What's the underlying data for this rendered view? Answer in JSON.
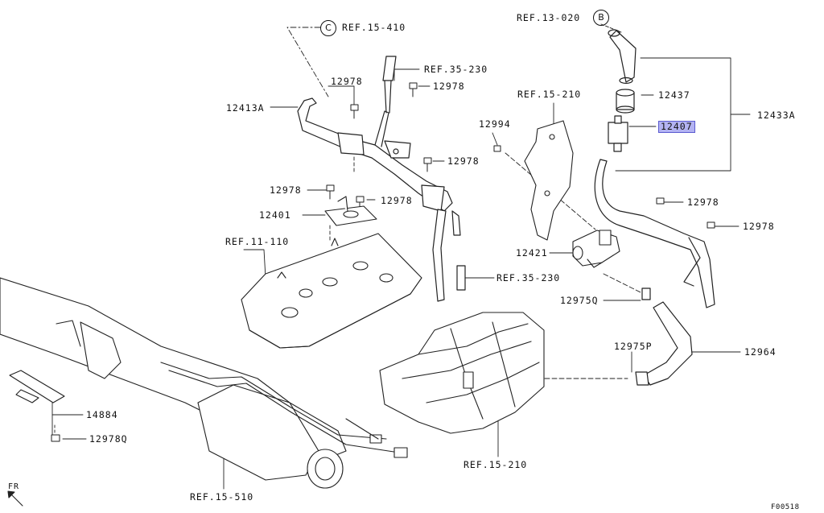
{
  "callouts": {
    "ref_13_020": "REF.13-020",
    "circle_b": "B",
    "circle_c": "C",
    "ref_15_410": "REF.15-410",
    "ref_35_230_top": "REF.35-230",
    "p12978_a": "12978",
    "p12978_b": "12978",
    "p12978_c": "12978",
    "p12978_d": "12978",
    "p12978_e": "12978",
    "p12978_f": "12978",
    "p12978_g": "12978",
    "p12413a": "12413A",
    "ref_15_210_top": "REF.15-210",
    "p12994": "12994",
    "p12437": "12437",
    "p12407": "12407",
    "p12433a": "12433A",
    "p12401": "12401",
    "ref_11_110": "REF.11-110",
    "p12421": "12421",
    "ref_35_230_mid": "REF.35-230",
    "p12975q": "12975Q",
    "p12975p": "12975P",
    "p12964": "12964",
    "p14884": "14884",
    "p12978q": "12978Q",
    "ref_15_210_bottom": "REF.15-210",
    "ref_15_510": "REF.15-510",
    "fr": "FR",
    "figure_code": "F00518"
  },
  "highlight_color": "#b3b3f2"
}
